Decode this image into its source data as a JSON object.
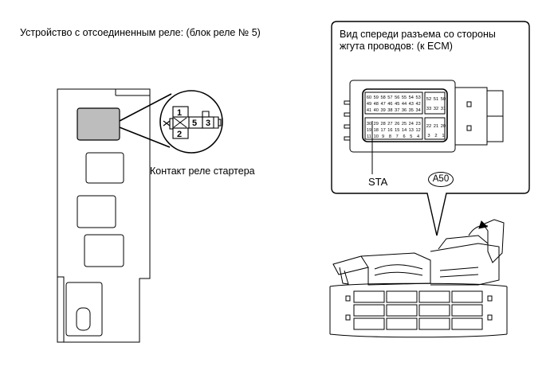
{
  "left_panel": {
    "title": "Устройство с отсоединенным реле: (блок реле № 5)",
    "relay_caption": "Контакт реле стартера",
    "relay_pins": [
      "1",
      "2",
      "5",
      "3"
    ]
  },
  "callout": {
    "title": "Вид спереди разъема со стороны жгута проводов: (к ECM)",
    "pin_label": "STA",
    "connector_id": "A50",
    "pins_top_left": [
      [
        "60",
        "59",
        "58",
        "57",
        "56",
        "55",
        "54",
        "53"
      ],
      [
        "49",
        "48",
        "47",
        "46",
        "45",
        "44",
        "43",
        "42"
      ],
      [
        "41",
        "40",
        "39",
        "38",
        "37",
        "36",
        "35",
        "34"
      ]
    ],
    "pins_top_right": [
      [
        "52",
        "51",
        "50"
      ],
      [
        "33",
        "32",
        "31"
      ]
    ],
    "pins_bottom_left": [
      [
        "30",
        "29",
        "28",
        "27",
        "26",
        "25",
        "24",
        "23"
      ],
      [
        "19",
        "18",
        "17",
        "16",
        "15",
        "14",
        "13",
        "12"
      ],
      [
        "11",
        "10",
        "9",
        "8",
        "7",
        "6",
        "5",
        "4"
      ]
    ],
    "pins_bottom_right": [
      [
        "22",
        "21",
        "20"
      ],
      [
        "3",
        "2",
        "1"
      ]
    ]
  },
  "colors": {
    "relay_fill": "#bdbdbd",
    "line": "#000000"
  }
}
